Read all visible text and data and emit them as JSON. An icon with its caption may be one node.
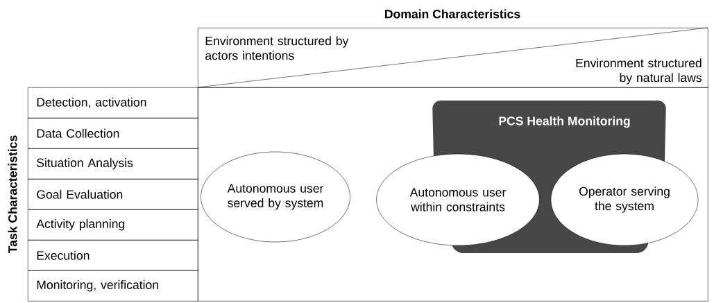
{
  "diagram": {
    "nodes": [
      {
        "text": [
          "Detection, activation"
        ]
      },
      {
        "text": [
          "Data Collection"
        ]
      },
      {
        "text": [
          "Situation Analysis"
        ]
      },
      {
        "text": [
          "Goal Evaluation"
        ]
      },
      {
        "text": [
          "Activity planning"
        ]
      },
      {
        "text": [
          "Execution"
        ]
      },
      {
        "text": [
          "Monitoring, verification"
        ]
      },
      {
        "text": [
          "Environment structured by actors intentions",
          "Environment structured by natural laws"
        ]
      },
      {
        "text": [],
        "shape": "box"
      },
      {
        "text": [
          "PCS Health Monitoring"
        ],
        "in": 8
      },
      {
        "text": [
          "Autonomous user served by system"
        ],
        "in": 8
      },
      {
        "text": [
          "Autonomous user within constraints"
        ],
        "in": 8
      },
      {
        "text": [
          "Operator serving the system"
        ],
        "in": 8
      }
    ],
    "labels": [
      "Domain Characteristics",
      "Task Characteristics"
    ]
  }
}
